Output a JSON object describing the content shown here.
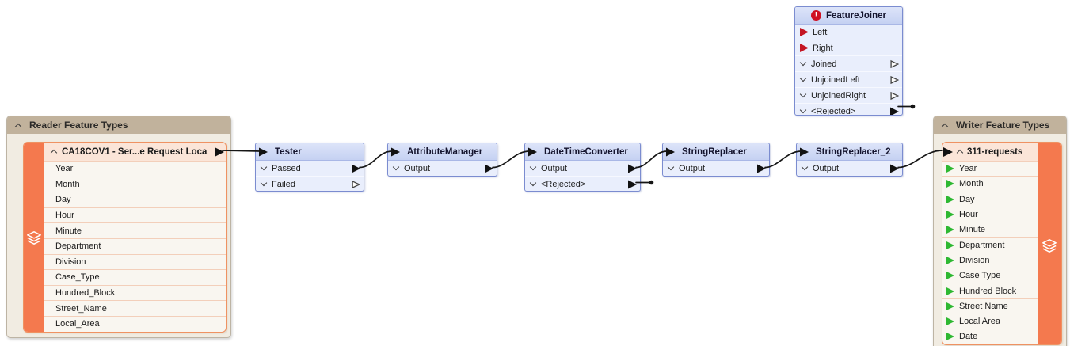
{
  "reader_panel": {
    "title": "Reader Feature Types",
    "feature_type": {
      "title": "CA18COV1 - Ser...e Request Loca",
      "fields": [
        "Year",
        "Month",
        "Day",
        "Hour",
        "Minute",
        "Department",
        "Division",
        "Case_Type",
        "Hundred_Block",
        "Street_Name",
        "Local_Area"
      ]
    }
  },
  "writer_panel": {
    "title": "Writer Feature Types",
    "feature_type": {
      "title": "311-requests",
      "fields": [
        "Year",
        "Month",
        "Day",
        "Hour",
        "Minute",
        "Department",
        "Division",
        "Case Type",
        "Hundred Block",
        "Street Name",
        "Local Area",
        "Date"
      ]
    }
  },
  "transformers": [
    {
      "name": "Tester",
      "outputs": [
        {
          "label": "Passed",
          "connected": true
        },
        {
          "label": "Failed",
          "connected": false
        }
      ]
    },
    {
      "name": "AttributeManager",
      "outputs": [
        {
          "label": "Output",
          "connected": true
        }
      ]
    },
    {
      "name": "DateTimeConverter",
      "outputs": [
        {
          "label": "Output",
          "connected": true
        },
        {
          "label": "<Rejected>",
          "connected": true
        }
      ]
    },
    {
      "name": "StringReplacer",
      "outputs": [
        {
          "label": "Output",
          "connected": true
        }
      ]
    },
    {
      "name": "StringReplacer_2",
      "outputs": [
        {
          "label": "Output",
          "connected": true
        }
      ]
    }
  ],
  "feature_joiner": {
    "name": "FeatureJoiner",
    "has_error": true,
    "inputs": [
      "Left",
      "Right"
    ],
    "outputs": [
      {
        "label": "Joined",
        "connected": false
      },
      {
        "label": "UnjoinedLeft",
        "connected": false
      },
      {
        "label": "UnjoinedRight",
        "connected": false
      },
      {
        "label": "<Rejected>",
        "connected": true
      }
    ]
  },
  "icons": {
    "collapse": "chevron-up",
    "expand": "chevron-down",
    "error": "exclamation-circle",
    "connected_port": "filled-triangle-right",
    "unconnected_port": "hollow-triangle-right",
    "required_input_port": "red-triangle-right",
    "writer_attr_port": "green-triangle-right",
    "feature_type": "stacked-layers"
  },
  "colors": {
    "canvas": "#ffffff",
    "panel_header": "#c1b29c",
    "panel_body": "#f1ece2",
    "feature_orange": "#f4794e",
    "card_header": "#fbe5d8",
    "transformer_border": "#7b8cd0",
    "transformer_header": "#cdd8f4",
    "transformer_row": "#e9eefc",
    "wire": "#161616",
    "error_red": "#cf1124",
    "writer_port_green": "#2eb832",
    "input_port_red": "#c41422"
  }
}
